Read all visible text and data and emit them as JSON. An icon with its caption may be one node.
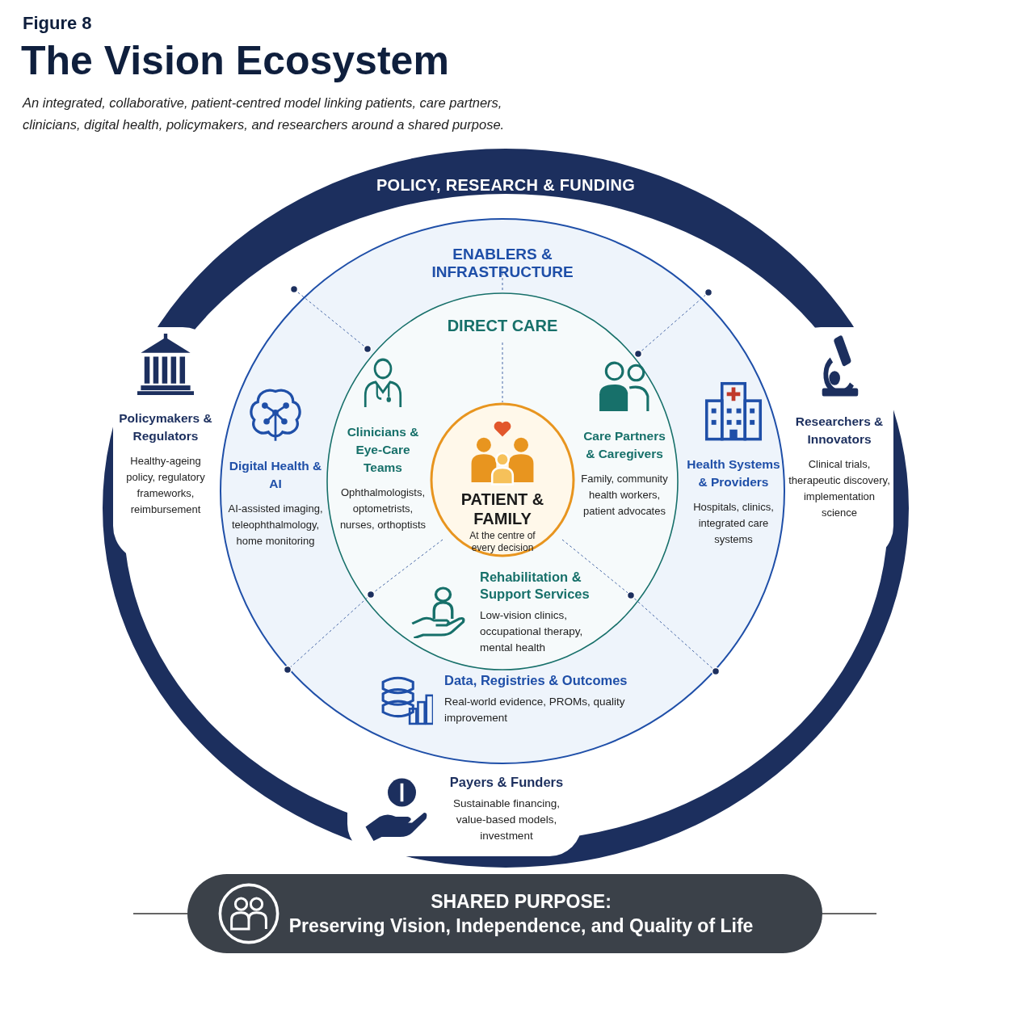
{
  "diagram": {
    "title": "The Vision Ecosystem",
    "caption": "An integrated, collaborative, patient-centred model linking patients, care partners, clinicians, digital health, policymakers, and researchers around a shared purpose.",
    "nodes": [
      {
        "text": [
          "POLICY, RESEARCH & FUNDING"
        ]
      },
      {
        "text": [
          "Policymakers & Regulators",
          "Healthy-ageing policy, regulatory frameworks, reimbursement"
        ],
        "in": 0
      },
      {
        "text": [
          "Researchers & Innovators",
          "Clinical trials, therapeutic discovery, implementation science"
        ],
        "in": 0
      },
      {
        "text": [
          "Payers & Funders",
          "Sustainable financing, value-based models, investment"
        ],
        "in": 0
      },
      {
        "text": [
          "ENABLERS & INFRASTRUCTURE"
        ],
        "in": 0
      },
      {
        "text": [
          "Digital Health & AI",
          "AI-assisted imaging, teleophthalmology, home monitoring"
        ],
        "in": 4
      },
      {
        "text": [
          "Health Systems & Providers",
          "Hospitals, clinics, integrated care systems"
        ],
        "in": 4
      },
      {
        "text": [
          "Data, Registries & Outcomes",
          "Real-world evidence, PROMs, quality improvement"
        ],
        "in": 4
      },
      {
        "text": [
          "DIRECT CARE"
        ],
        "in": 4
      },
      {
        "text": [
          "Clinicians & Eye-Care Teams",
          "Ophthalmologists, optometrists, nurses, orthoptists"
        ],
        "in": 8
      },
      {
        "text": [
          "Care Partners & Caregivers",
          "Family, community health workers, patient advocates"
        ],
        "in": 8
      },
      {
        "text": [
          "PATIENT & FAMILY",
          "At the centre of every decision"
        ],
        "in": 8
      },
      {
        "text": [
          "Rehabilitation & Support Services",
          "Low-vision clinics, occupational therapy, mental health"
        ],
        "in": 8
      },
      {
        "text": [
          "SHARED PURPOSE:",
          "Preserving Vision, Independence, and Quality of Life"
        ]
      }
    ],
    "labels": [
      "Figure 8"
    ]
  }
}
